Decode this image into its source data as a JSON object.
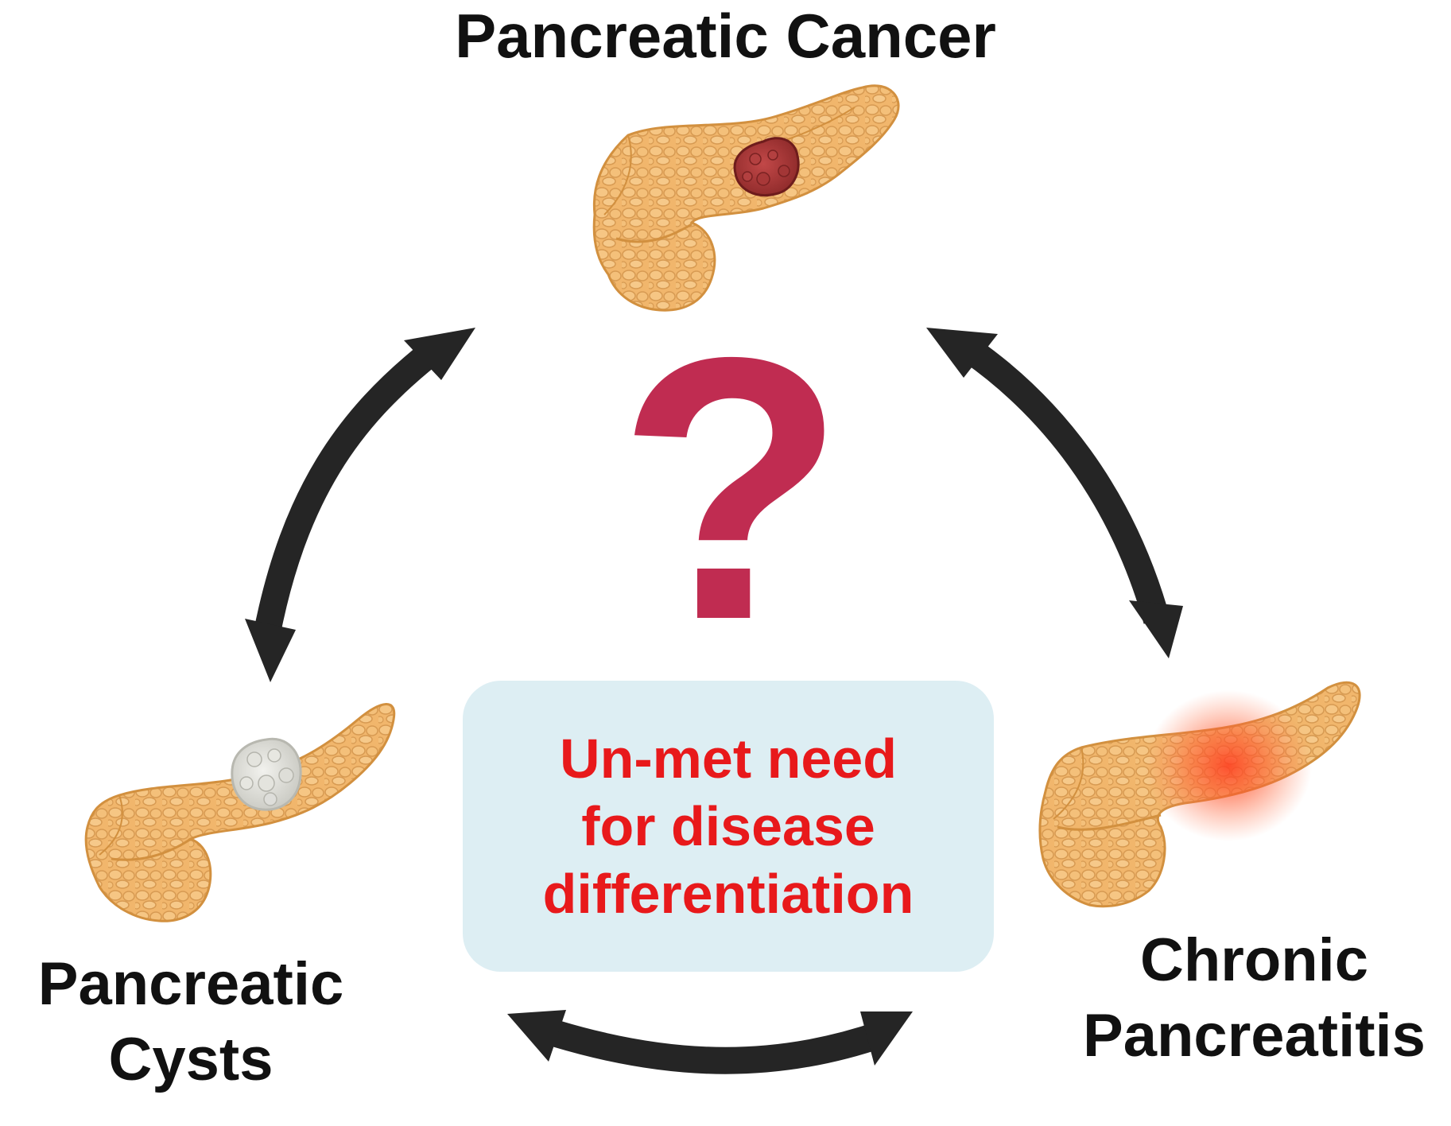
{
  "labels": {
    "top": "Pancreatic Cancer",
    "left_line1": "Pancreatic",
    "left_line2": "Cysts",
    "right_line1": "Chronic",
    "right_line2": "Pancreatitis"
  },
  "center": {
    "question_mark": "?",
    "need_line1": "Un-met need",
    "need_line2": "for disease",
    "need_line3": "differentiation"
  },
  "colors": {
    "question_mark": "#c02c51",
    "need_text": "#e8191b",
    "need_box": "#ddeef3",
    "arrows": "#252525",
    "pancreas_fill": "#f1b66c",
    "pancreas_stroke": "#d8974a",
    "tumor": "#a83a3a",
    "cyst": "#d9d9d4",
    "inflammation": "#ff4a2a"
  },
  "icons": {
    "top": "pancreas-tumor-icon",
    "left": "pancreas-cyst-icon",
    "right": "pancreas-inflamed-icon"
  }
}
